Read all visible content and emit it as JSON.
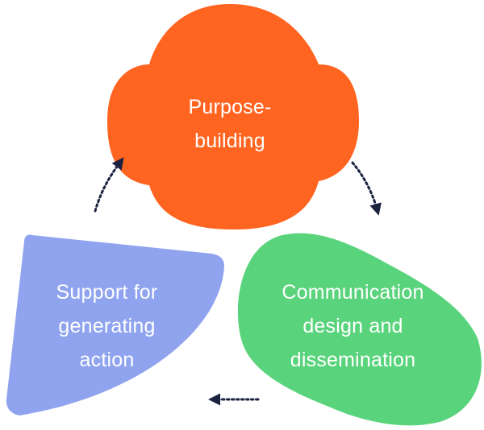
{
  "nodes": {
    "purpose": {
      "lines": [
        "Purpose-",
        "building"
      ],
      "color": "#ff6420"
    },
    "communication": {
      "lines": [
        "Communication",
        "design and",
        "dissemination"
      ],
      "color": "#5ad47c"
    },
    "support": {
      "lines": [
        "Support for",
        "generating",
        "action"
      ],
      "color": "#8fa3ee"
    }
  },
  "arrow_color": "#1c2340"
}
